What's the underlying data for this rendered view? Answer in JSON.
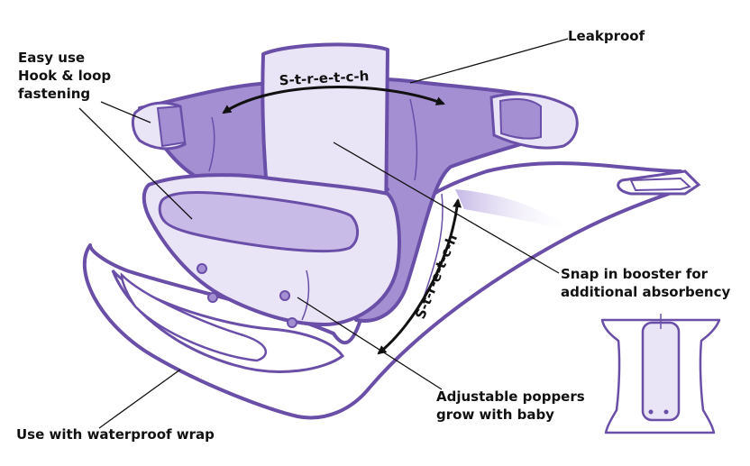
{
  "labels": {
    "easy_use": [
      "Easy use",
      "Hook & loop",
      "fastening"
    ],
    "leakproof": "Leakproof",
    "snap_booster": [
      "Snap in booster for",
      "additional absorbency"
    ],
    "poppers": [
      "Adjustable poppers",
      "grow with baby"
    ],
    "wrap": "Use with waterproof wrap",
    "stretch_top": "S-t-r-e-t-c-h",
    "stretch_side": "S-t-r-e-t-c-h"
  },
  "colors": {
    "outline": "#6a4fa8",
    "fill_dark": "#a58fd3",
    "fill_light": "#e9e4f6",
    "fill_pale": "#f4f1fb",
    "text": "#111111"
  }
}
